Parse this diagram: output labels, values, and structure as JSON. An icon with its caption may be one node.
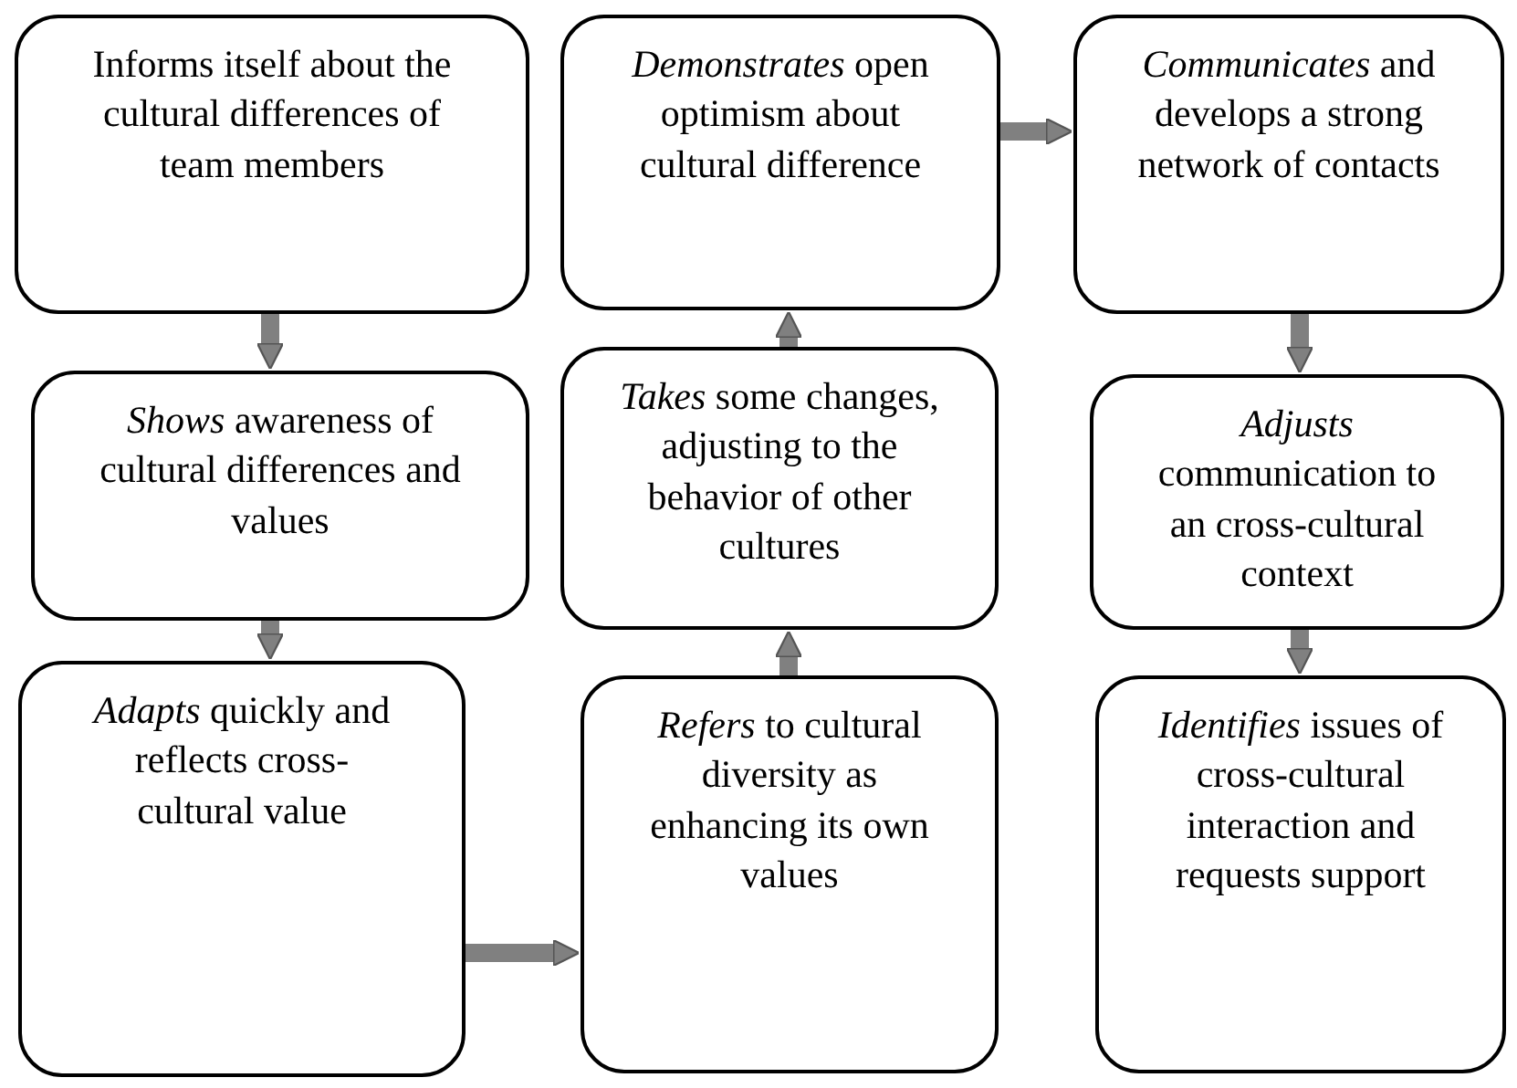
{
  "diagram": {
    "nodes": [
      {
        "text": [
          "Informs itself about the cultural differences of team members"
        ]
      },
      {
        "text": [
          "*Shows* awareness of cultural differences and values"
        ]
      },
      {
        "text": [
          "*Adapts* quickly and reflects cross-cultural value"
        ]
      },
      {
        "text": [
          "*Refers* to cultural diversity as enhancing its own values"
        ]
      },
      {
        "text": [
          "*Takes* some changes, adjusting to the behavior of other cultures"
        ]
      },
      {
        "text": [
          "*Demonstrates* open optimism about cultural difference"
        ]
      },
      {
        "text": [
          "*Communicates* and develops a strong network of contacts"
        ]
      },
      {
        "text": [
          "*Adjusts* communication to an cross-cultural context"
        ]
      },
      {
        "text": [
          "*Identifies* issues of cross-cultural interaction and requests support"
        ]
      }
    ],
    "edges": [
      {
        "from": 0,
        "to": 1,
        "arrow": "to"
      },
      {
        "from": 1,
        "to": 2,
        "arrow": "to"
      },
      {
        "from": 2,
        "to": 3,
        "arrow": "to"
      },
      {
        "from": 3,
        "to": 4,
        "arrow": "to"
      },
      {
        "from": 4,
        "to": 5,
        "arrow": "to"
      },
      {
        "from": 5,
        "to": 6,
        "arrow": "to"
      },
      {
        "from": 6,
        "to": 7,
        "arrow": "to"
      },
      {
        "from": 7,
        "to": 8,
        "arrow": "to"
      }
    ]
  }
}
